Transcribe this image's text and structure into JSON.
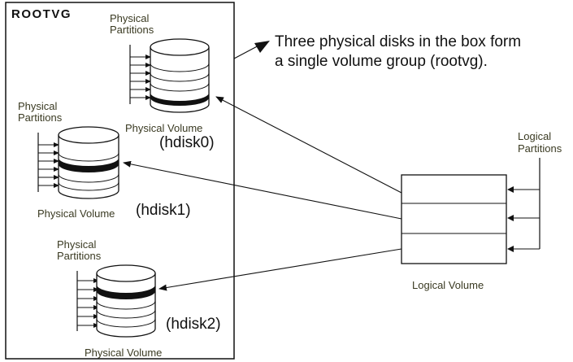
{
  "group": {
    "title": "ROOTVG"
  },
  "caption": {
    "line1": "Three physical disks in the box form",
    "line2": "a single volume group (rootvg)."
  },
  "labels": {
    "physical_label_a": "Physical",
    "physical_label_b": "Partitions",
    "physical_volume": "Physical Volume",
    "logical_a": "Logical",
    "logical_b": "Partitions",
    "logical_volume": "Logical Volume"
  },
  "disks": [
    {
      "id": "hdisk0",
      "name": "(hdisk0)"
    },
    {
      "id": "hdisk1",
      "name": "(hdisk1)"
    },
    {
      "id": "hdisk2",
      "name": "(hdisk2)"
    }
  ],
  "colors": {
    "line": "#111111",
    "olive": "#3a3a22",
    "background": "#ffffff"
  }
}
